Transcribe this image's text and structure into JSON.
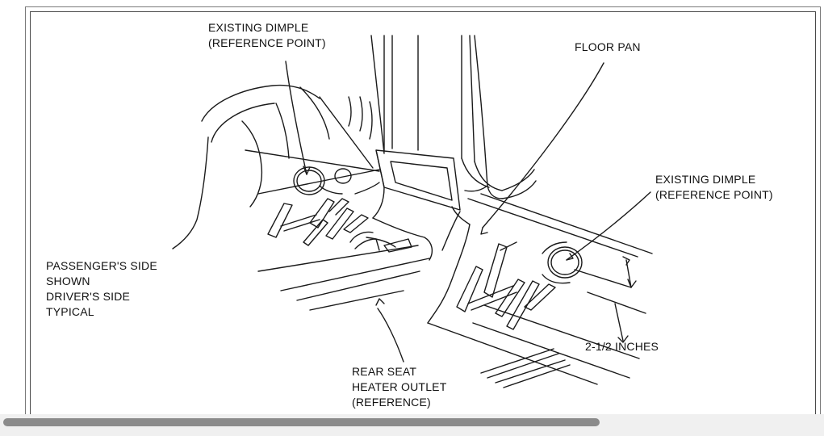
{
  "diagram": {
    "labels": {
      "dimple_left": [
        "EXISTING DIMPLE",
        "(REFERENCE POINT)"
      ],
      "floor_pan": "FLOOR PAN",
      "dimple_right": [
        "EXISTING DIMPLE",
        "(REFERENCE POINT)"
      ],
      "side_note": [
        "PASSENGER'S SIDE",
        "SHOWN",
        "DRIVER'S SIDE",
        "TYPICAL"
      ],
      "heater_outlet": [
        "REAR SEAT",
        "HEATER OUTLET",
        "(REFERENCE)"
      ],
      "dimension": "2-1/2 INCHES"
    }
  },
  "scrollbar": {
    "position": 0.0,
    "visible_fraction": 0.73
  }
}
